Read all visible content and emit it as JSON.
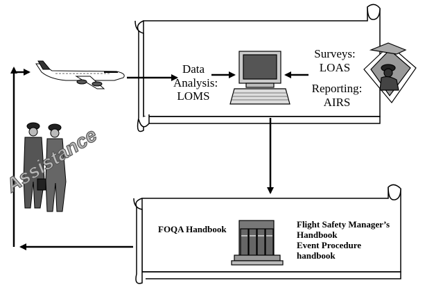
{
  "diagram": {
    "top_scroll": {
      "data_analysis": {
        "line1": "Data",
        "line2": "Analysis:",
        "line3": "LOMS"
      },
      "surveys": {
        "line1": "Surveys:",
        "line2": "LOAS"
      },
      "reporting": {
        "line1": "Reporting:",
        "line2": "AIRS"
      }
    },
    "bottom_scroll": {
      "foqa_handbook": "FOQA Handbook",
      "fsm_handbook": {
        "line1": "Flight Safety Manager’s",
        "line2": "Handbook"
      },
      "event_procedure": {
        "line1": "Event Procedure",
        "line2": "handbook"
      }
    },
    "assistance_label": "Assistance",
    "colors": {
      "stroke": "#000000",
      "fill": "#ffffff",
      "grey": "#888888",
      "dark_grey": "#555555"
    },
    "icons": [
      "airplane-icon",
      "computer-icon",
      "pilot-icon",
      "books-icon",
      "businessmen-icon"
    ]
  }
}
